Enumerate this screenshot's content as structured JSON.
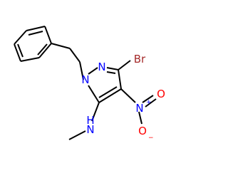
{
  "molecule": {
    "atoms": {
      "n1": {
        "symbol": "N",
        "color": "#0000ff"
      },
      "n2": {
        "symbol": "N",
        "color": "#0000ff"
      },
      "br": {
        "symbol": "Br",
        "color": "#a52a2a"
      },
      "n_nitro": {
        "symbol": "N",
        "color": "#0000ff",
        "charge": "+"
      },
      "o_double": {
        "symbol": "O",
        "color": "#ff0000"
      },
      "o_single": {
        "symbol": "O",
        "color": "#ff0000",
        "charge": "−"
      },
      "n_amine": {
        "symbol": "N",
        "color": "#0000ff"
      },
      "h_amine": {
        "symbol": "H",
        "color": "#0000ff"
      }
    },
    "bond_color": "#000000"
  }
}
